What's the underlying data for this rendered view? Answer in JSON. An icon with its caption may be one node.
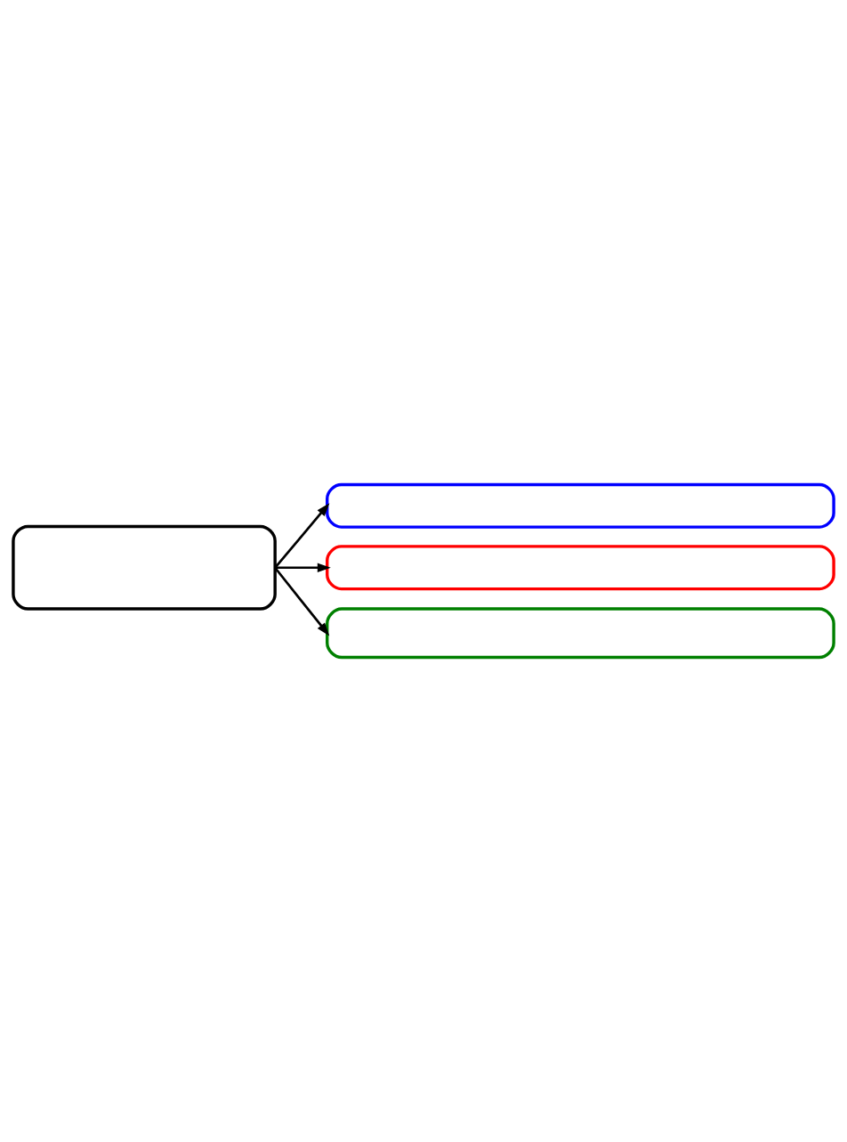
{
  "diagram": {
    "nodes": [
      {
        "text": [],
        "shape": "box"
      },
      {
        "text": [],
        "shape": "box"
      },
      {
        "text": [],
        "shape": "box"
      },
      {
        "text": [],
        "shape": "box"
      }
    ],
    "edges": [
      {
        "from": 0,
        "to": 1,
        "arrow": "to"
      },
      {
        "from": 0,
        "to": 2,
        "arrow": "to"
      },
      {
        "from": 0,
        "to": 3,
        "arrow": "to"
      }
    ]
  }
}
